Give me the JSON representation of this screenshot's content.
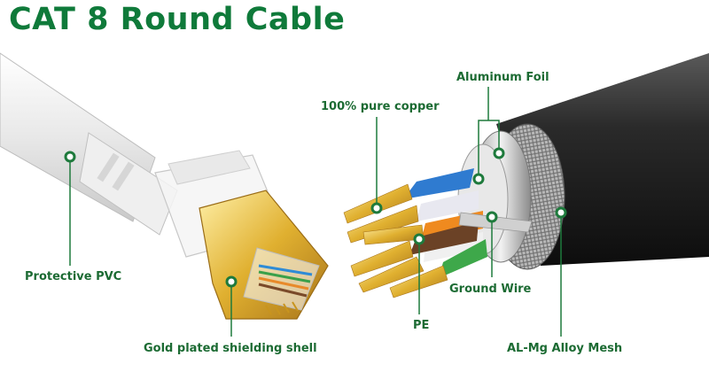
{
  "title": "CAT 8 Round Cable",
  "labels": {
    "aluminum_foil": "Aluminum Foil",
    "copper": "100% pure copper",
    "protective_pvc": "Protective PVC",
    "ground_wire": "Ground Wire",
    "pe": "PE",
    "gold_shell": "Gold plated shielding shell",
    "mesh": "AL-Mg Alloy Mesh"
  },
  "colors": {
    "title": "#0f7a3a",
    "label": "#1c6b33",
    "marker": "#1e7a3c",
    "jacket": "#1b1b1b",
    "gold": "#d9a520"
  }
}
